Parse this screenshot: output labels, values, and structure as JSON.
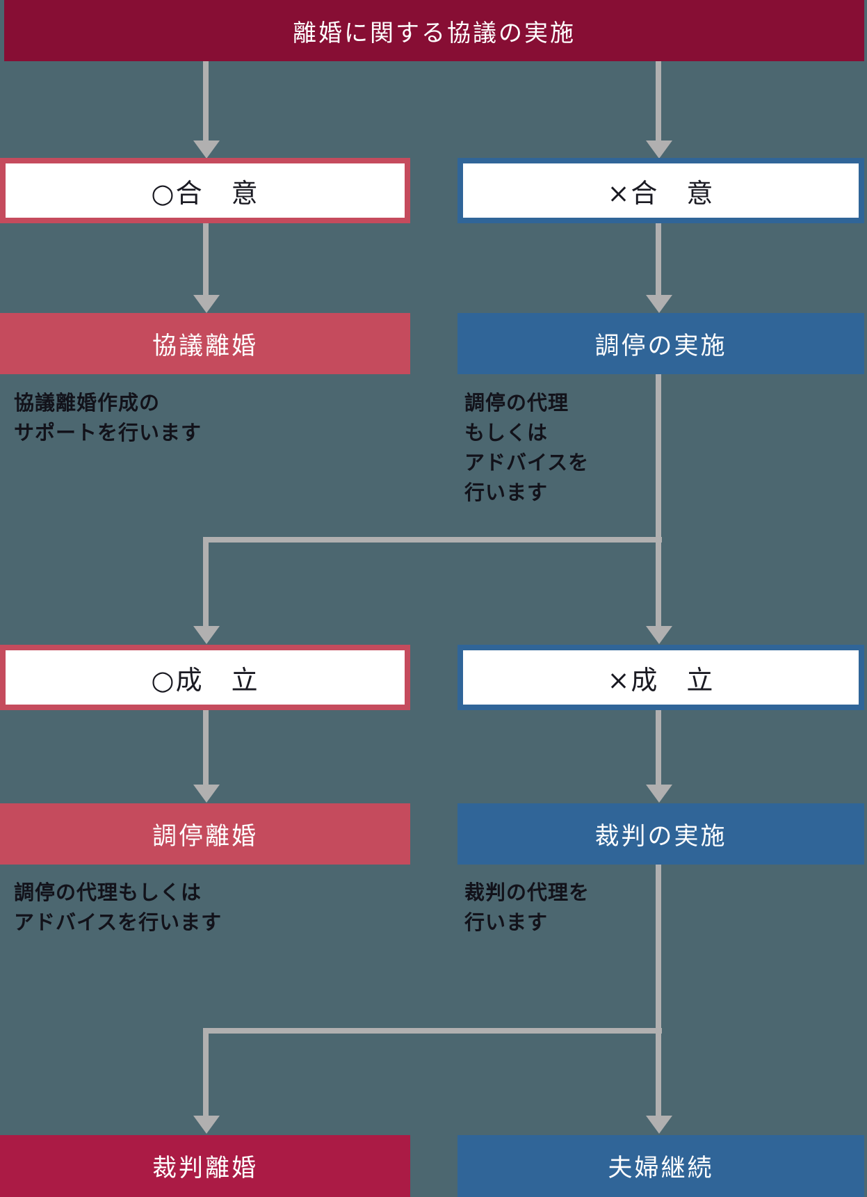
{
  "colors": {
    "background": "#4c6770",
    "banner_crimson": "#870e34",
    "rose": "#c54b5d",
    "blue": "#306598",
    "final_crimson": "#ab1b45",
    "arrow_gray": "#b1b0b0",
    "note_text": "#12121a"
  },
  "flow": {
    "title": "離婚に関する協議の実施",
    "row_decision1": {
      "left": "○合　意",
      "right": "×合　意"
    },
    "row_step1": {
      "left": "協議離婚",
      "right": "調停の実施"
    },
    "row_note1": {
      "left": "協議離婚作成の\nサポートを行います",
      "right": "調停の代理\nもしくは\nアドバイスを\n行います"
    },
    "row_decision2": {
      "left": "○成　立",
      "right": "×成　立"
    },
    "row_step2": {
      "left": "調停離婚",
      "right": "裁判の実施"
    },
    "row_note2": {
      "left": "調停の代理もしくは\nアドバイスを行います",
      "right": "裁判の代理を\n行います"
    },
    "row_final": {
      "left": "裁判離婚",
      "right": "夫婦継続"
    }
  }
}
